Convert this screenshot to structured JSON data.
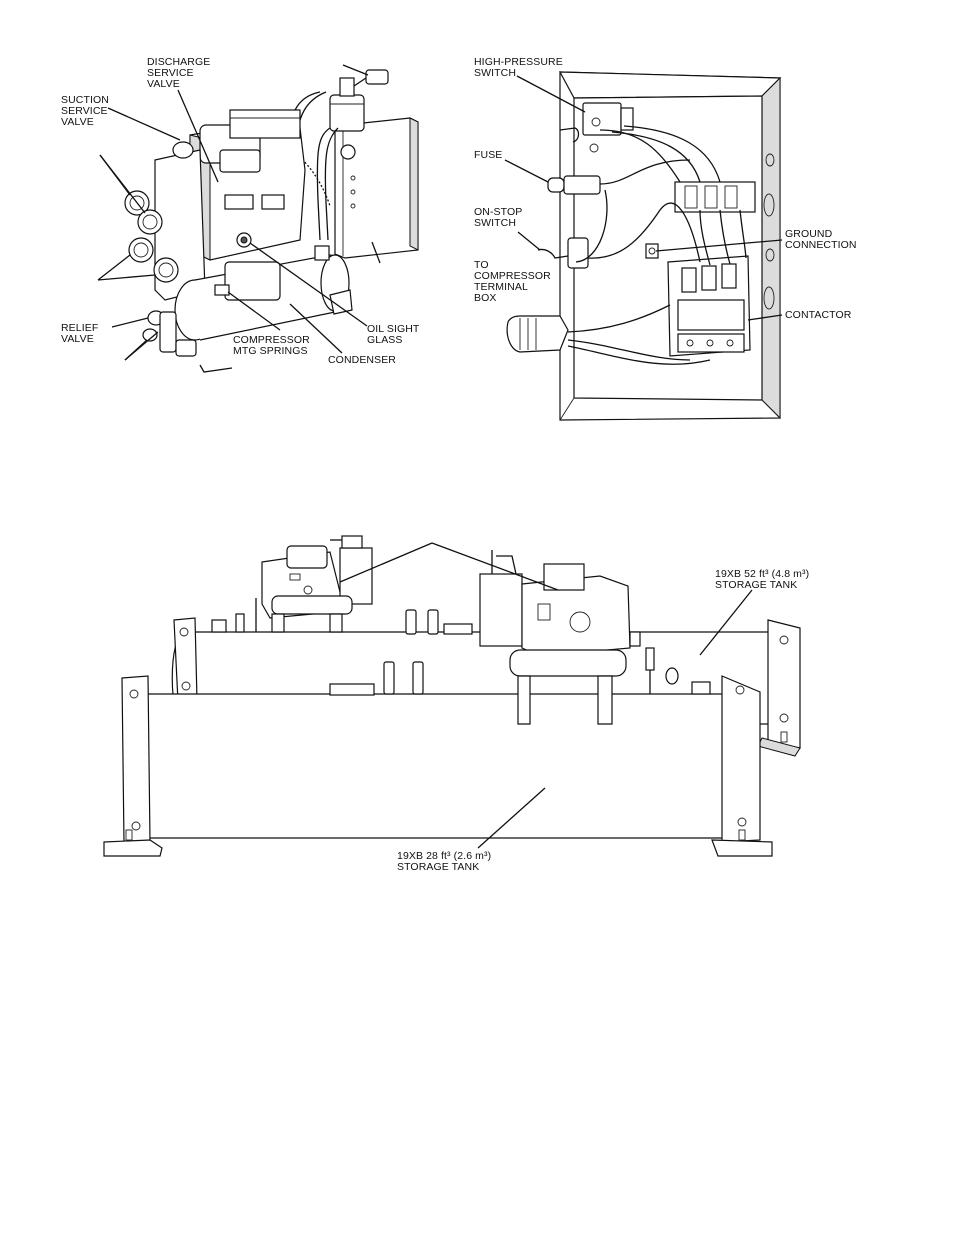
{
  "figure_a": {
    "labels": {
      "discharge_service_valve": "DISCHARGE\nSERVICE\nVALVE",
      "suction_service_valve": "SUCTION\nSERVICE\nVALVE",
      "relief_valve": "RELIEF\nVALVE",
      "compressor_mtg_springs": "COMPRESSOR\nMTG SPRINGS",
      "oil_sight_glass": "OIL SIGHT\nGLASS",
      "condenser": "CONDENSER"
    }
  },
  "figure_b": {
    "labels": {
      "high_pressure_switch": "HIGH-PRESSURE\nSWITCH",
      "fuse": "FUSE",
      "on_stop_switch": "ON-STOP\nSWITCH",
      "to_compressor_terminal_box": "TO\nCOMPRESSOR\nTERMINAL\nBOX",
      "ground_connection": "GROUND\nCONNECTION",
      "contactor": "CONTACTOR"
    }
  },
  "figure_c": {
    "labels": {
      "tank_52": "19XB 52 ft³ (4.8 m³)\nSTORAGE TANK",
      "tank_28": "19XB 28 ft³ (2.6 m³)\nSTORAGE TANK"
    }
  }
}
